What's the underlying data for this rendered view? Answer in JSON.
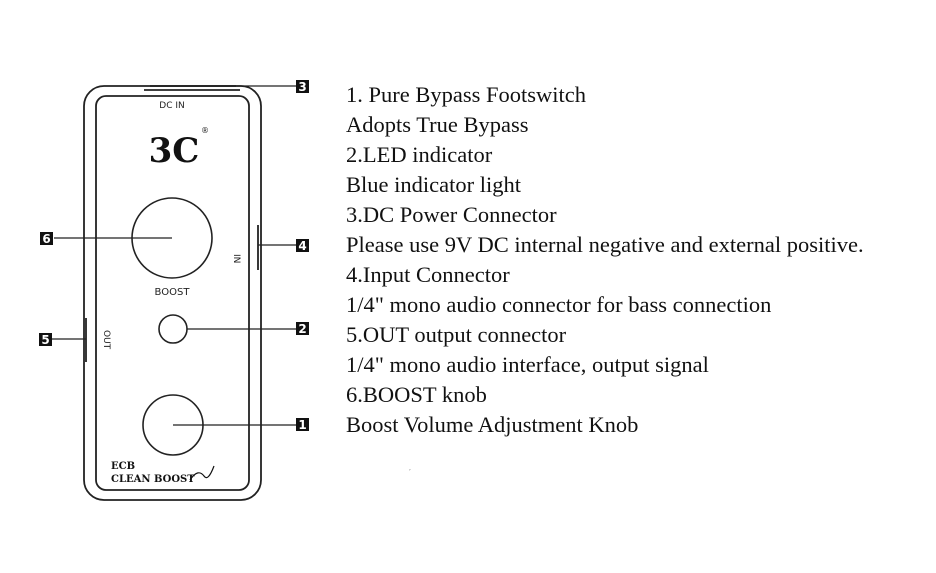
{
  "pedal": {
    "logo": "3C",
    "logo_mark": "®",
    "ports": {
      "dc_in": "DC IN",
      "input": "IN",
      "output": "OUT"
    },
    "knob_label": "BOOST",
    "model": "ECB",
    "product_name": "CLEAN BOOST"
  },
  "callouts": [
    "1",
    "2",
    "3",
    "4",
    "5",
    "6"
  ],
  "legend": [
    "1. Pure Bypass Footswitch",
    "Adopts True Bypass",
    "2.LED indicator",
    "Blue indicator light",
    "3.DC Power Connector",
    "Please use 9V DC internal negative and external positive.",
    "4.Input Connector",
    "1/4\" mono audio connector for bass connection",
    "5.OUT output connector",
    "1/4\" mono audio interface, output signal",
    "6.BOOST knob",
    "Boost Volume Adjustment Knob"
  ]
}
